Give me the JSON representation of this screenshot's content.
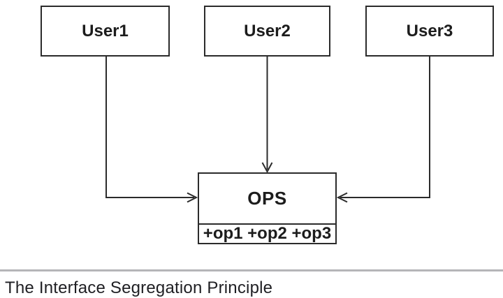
{
  "diagram": {
    "nodes": {
      "user1": {
        "label": "User1"
      },
      "user2": {
        "label": "User2"
      },
      "user3": {
        "label": "User3"
      },
      "ops": {
        "title": "OPS",
        "operations": "+op1 +op2 +op3"
      }
    },
    "connectors": [
      {
        "from": "User1",
        "to": "OPS",
        "enters": "left-side",
        "arrow": "open"
      },
      {
        "from": "User2",
        "to": "OPS",
        "enters": "top-side",
        "arrow": "open"
      },
      {
        "from": "User3",
        "to": "OPS",
        "enters": "right-side",
        "arrow": "open"
      }
    ],
    "caption": "The Interface Segregation Principle",
    "colors": {
      "line": "#2b2b2b",
      "box_border": "#2b2b2b",
      "box_fill": "#ffffff",
      "separator": "#b5b5b8",
      "caption_text": "#1f1f23",
      "background": "#ffffff"
    }
  }
}
